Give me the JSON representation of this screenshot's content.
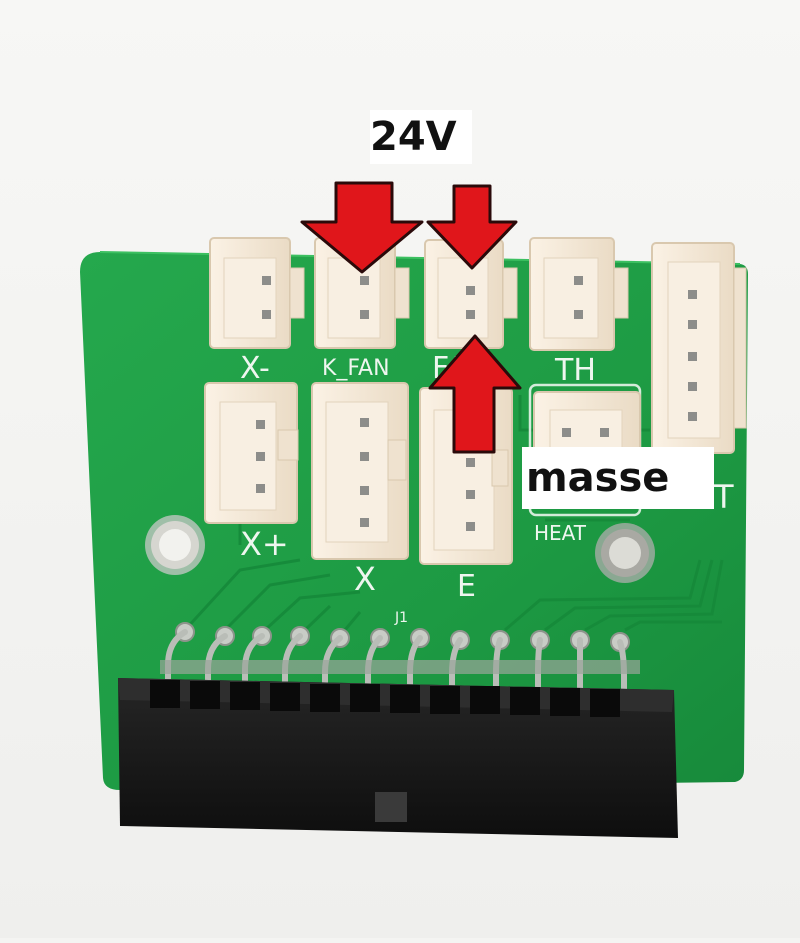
{
  "annotations": {
    "voltage_label": "24V",
    "ground_label": "masse"
  },
  "silkscreen": {
    "x_minus": "X-",
    "k_fan": "K_FAN",
    "fan": "FAN",
    "th": "TH",
    "x_plus": "X+",
    "x": "X",
    "e": "E",
    "heat": "HEAT",
    "j1": "J1",
    "t": "T"
  },
  "colors": {
    "pcb_green": "#1f9a45",
    "arrow_red": "#e0161b",
    "connector_cream": "#f1e4d2",
    "header_black": "#151515"
  },
  "icons": [
    "arrow-down-icon",
    "arrow-down-icon",
    "arrow-up-icon"
  ]
}
